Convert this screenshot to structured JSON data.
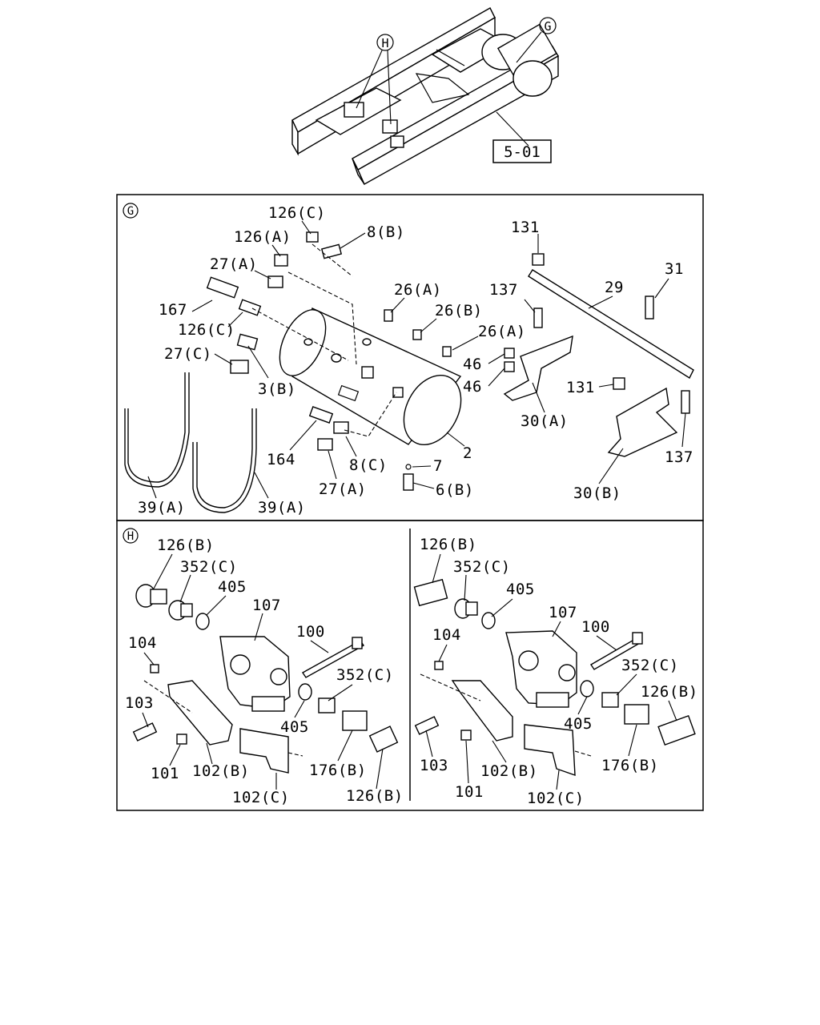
{
  "overview": {
    "callout_g": "G",
    "callout_h": "H",
    "ref_box": "5-01"
  },
  "panel_g": {
    "marker": "G",
    "labels": {
      "l126c_top": "126(C)",
      "l8b": "8(B)",
      "l126a": "126(A)",
      "l27a_top": "27(A)",
      "l167": "167",
      "l126c_mid": "126(C)",
      "l27c": "27(C)",
      "l3b": "3(B)",
      "l26a_1": "26(A)",
      "l26b": "26(B)",
      "l26a_2": "26(A)",
      "l46_1": "46",
      "l46_2": "46",
      "l131_top": "131",
      "l137_top": "137",
      "l29": "29",
      "l31": "31",
      "l131_mid": "131",
      "l30a": "30(A)",
      "l137_bot": "137",
      "l30b": "30(B)",
      "l2": "2",
      "l7": "7",
      "l6b": "6(B)",
      "l164": "164",
      "l8c": "8(C)",
      "l27a_bot": "27(A)",
      "l39a_1": "39(A)",
      "l39a_2": "39(A)"
    }
  },
  "panel_h_left": {
    "marker": "H",
    "labels": {
      "l126b_top": "126(B)",
      "l352c_top": "352(C)",
      "l405_top": "405",
      "l107": "107",
      "l100": "100",
      "l104": "104",
      "l352c_mid": "352(C)",
      "l103": "103",
      "l405_mid": "405",
      "l101": "101",
      "l102b": "102(B)",
      "l176b": "176(B)",
      "l102c": "102(C)",
      "l126b_bot": "126(B)"
    }
  },
  "panel_h_right": {
    "labels": {
      "l126b_top": "126(B)",
      "l352c_top": "352(C)",
      "l405_top": "405",
      "l104": "104",
      "l107": "107",
      "l100": "100",
      "l352c_mid": "352(C)",
      "l126b_mid": "126(B)",
      "l405_mid": "405",
      "l176b": "176(B)",
      "l103": "103",
      "l102b": "102(B)",
      "l101": "101",
      "l102c": "102(C)"
    }
  }
}
